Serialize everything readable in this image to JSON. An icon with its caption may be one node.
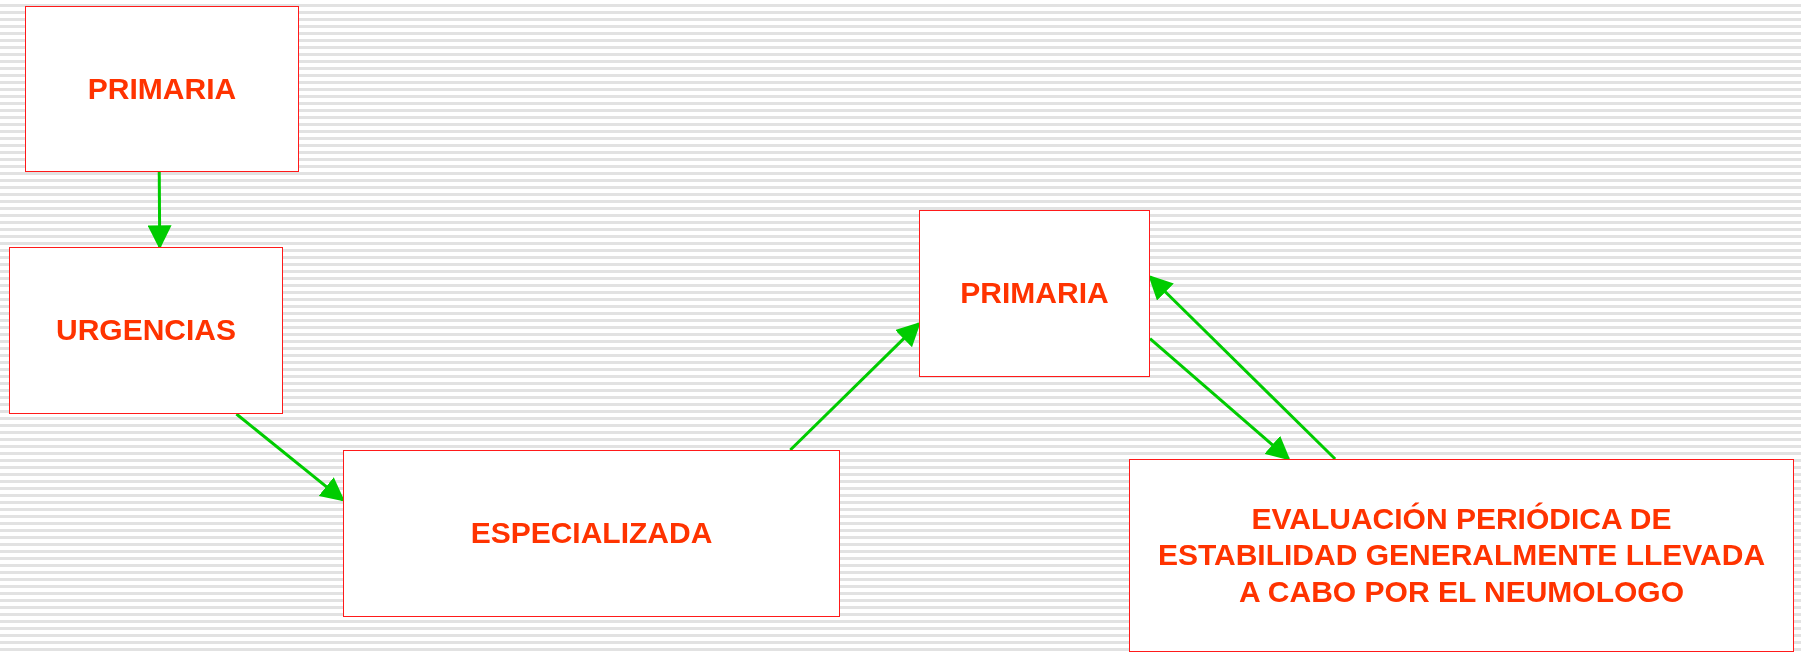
{
  "diagram": {
    "nodes": [
      {
        "text": [
          "PRIMARIA"
        ]
      },
      {
        "text": [
          "URGENCIAS"
        ]
      },
      {
        "text": [
          "ESPECIALIZADA"
        ]
      },
      {
        "text": [
          "PRIMARIA"
        ]
      },
      {
        "text": [
          "EVALUACIÓN PERIÓDICA DE ESTABILIDAD GENERALMENTE LLEVADA A CABO POR EL NEUMOLOGO"
        ]
      }
    ],
    "edges": [
      {
        "from": 0,
        "to": 1,
        "arrow": "to"
      },
      {
        "from": 1,
        "to": 2,
        "arrow": "to"
      },
      {
        "from": 2,
        "to": 3,
        "arrow": "to"
      },
      {
        "from": 3,
        "to": 4,
        "arrow": "to"
      },
      {
        "from": 4,
        "to": 3,
        "arrow": "to"
      }
    ]
  }
}
